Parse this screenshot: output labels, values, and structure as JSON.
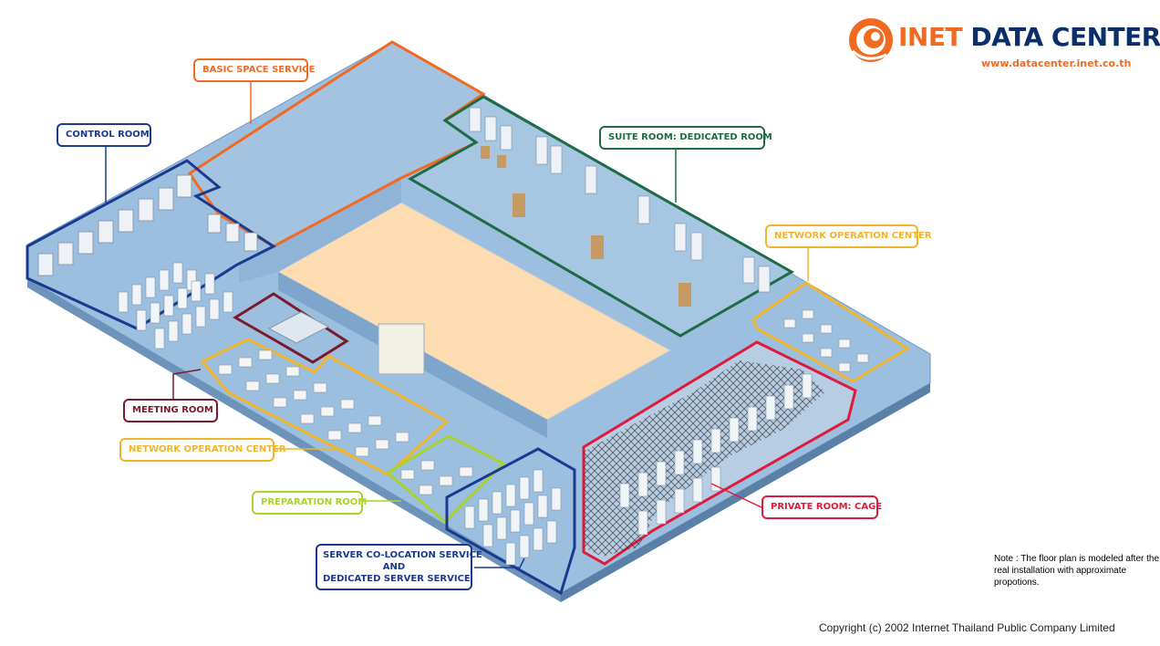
{
  "brand": {
    "name_part1": "INET",
    "name_part2": " DATA CENTER",
    "url": "www.datacenter.inet.co.th",
    "colors": {
      "orange": "#f26a21",
      "navy": "#0b2f6b"
    }
  },
  "zones": [
    {
      "id": "basic-space",
      "label": "BASIC SPACE SERVICE",
      "color": "#f26a21"
    },
    {
      "id": "control-room",
      "label": "CONTROL ROOM",
      "color": "#1a3a8f"
    },
    {
      "id": "suite-room",
      "label": "SUITE ROOM: DEDICATED ROOM",
      "color": "#1e6b46"
    },
    {
      "id": "noc-right",
      "label": "NETWORK OPERATION CENTER",
      "color": "#f2b52a"
    },
    {
      "id": "meeting-room",
      "label": "MEETING ROOM",
      "color": "#7a1a2a"
    },
    {
      "id": "noc-left",
      "label": "NETWORK OPERATION CENTER",
      "color": "#f2b52a"
    },
    {
      "id": "preparation-room",
      "label": "PREPARATION ROOM",
      "color": "#a8d22c"
    },
    {
      "id": "private-cage",
      "label": "PRIVATE  ROOM: CAGE",
      "color": "#e01a3a"
    },
    {
      "id": "colocation",
      "label_lines": [
        "SERVER CO-LOCATION SERVICE",
        "AND",
        "DEDICATED SERVER SERVICE"
      ],
      "color": "#1a3a8f"
    }
  ],
  "note": "Note : The floor plan is modeled after the real installation with approximate propotions.",
  "copyright": "Copyright (c) 2002 Internet Thailand Public Company Limited",
  "colors": {
    "floor": "#a9c6e2",
    "floor_dark": "#7fa6cc",
    "wall": "#8fb4d8",
    "center_area": "#fcdcb0",
    "rack": "#e9eef4"
  }
}
